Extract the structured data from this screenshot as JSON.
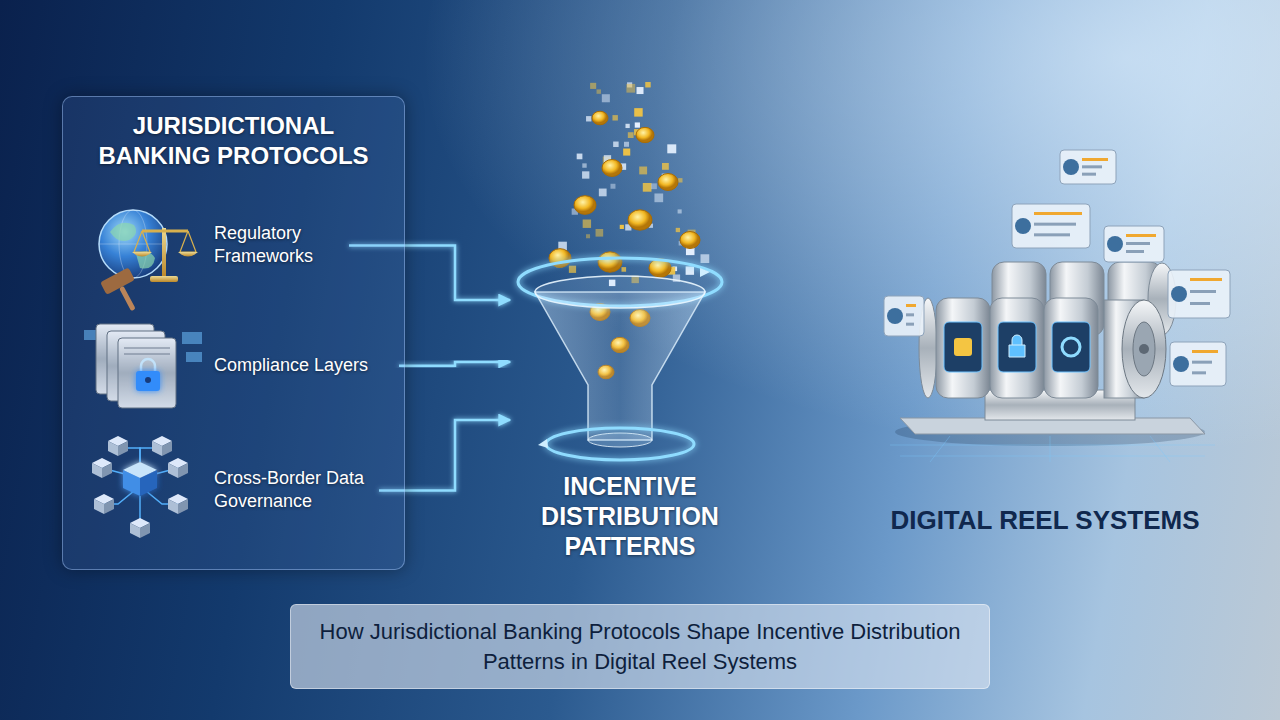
{
  "diagram": {
    "caption": "How Jurisdictional Banking Protocols Shape Incentive Distribution Patterns in Digital Reel Systems",
    "nodes": [
      {
        "text": [
          "JURISDICTIONAL BANKING PROTOCOLS"
        ]
      },
      {
        "text": [
          "Regulatory Frameworks"
        ],
        "in": 0
      },
      {
        "text": [
          "Compliance Layers"
        ],
        "in": 0
      },
      {
        "text": [
          "Cross-Border Data Governance"
        ],
        "in": 0
      },
      {
        "text": [
          "INCENTIVE DISTRIBUTION PATTERNS"
        ]
      },
      {
        "text": [
          "DIGITAL REEL SYSTEMS"
        ]
      }
    ],
    "edges": [
      {
        "from": 1,
        "to": 4,
        "arrow": "to"
      },
      {
        "from": 2,
        "to": 4,
        "arrow": "to"
      },
      {
        "from": 3,
        "to": 4,
        "arrow": "to"
      },
      {
        "from": 4,
        "to": 5,
        "arrow": "to"
      }
    ]
  }
}
